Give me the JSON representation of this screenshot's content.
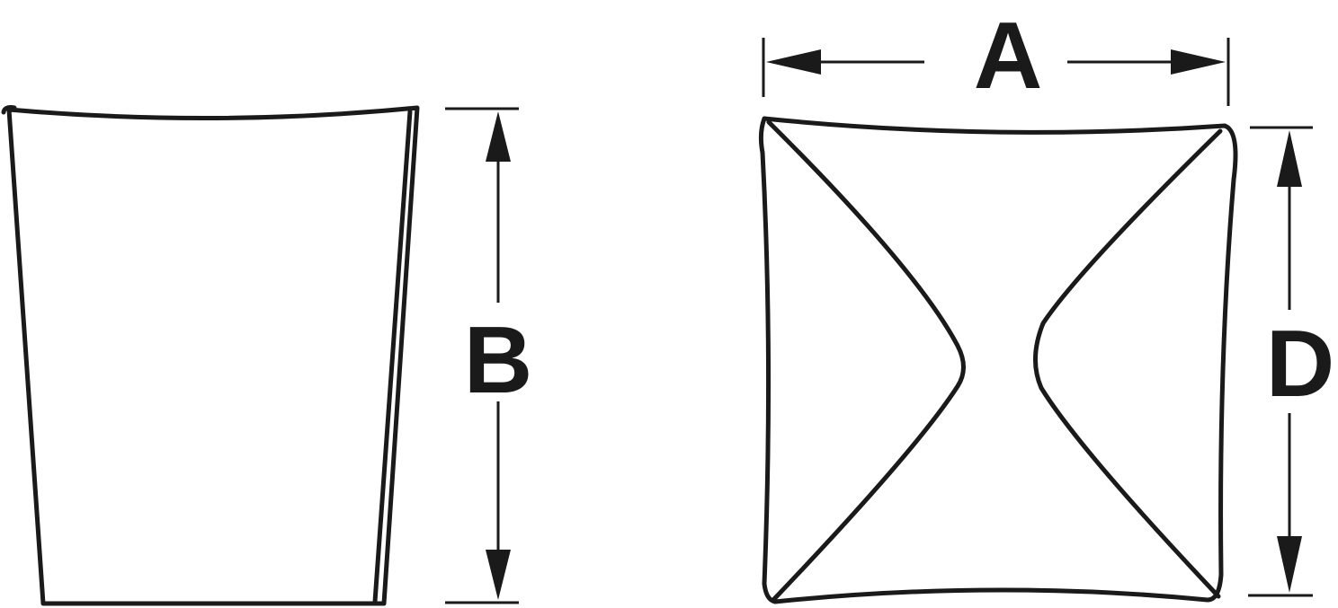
{
  "dimension_labels": {
    "width_top_view": "A",
    "height_side_view": "B",
    "depth_top_view": "D"
  },
  "colors": {
    "line": "#1a1a1a",
    "background": "#ffffff"
  }
}
